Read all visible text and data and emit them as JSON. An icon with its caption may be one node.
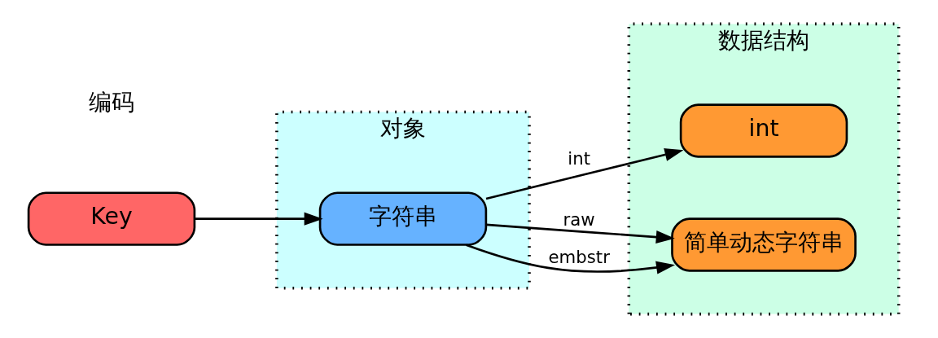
{
  "diagram": {
    "nodes": [
      {
        "text": [
          "Key"
        ]
      },
      {
        "text": [
          "对象"
        ]
      },
      {
        "text": [
          "字符串"
        ],
        "in": 1
      },
      {
        "text": [
          "数据结构"
        ]
      },
      {
        "text": [
          "int"
        ],
        "in": 3
      },
      {
        "text": [
          "简单动态字符串"
        ],
        "in": 3
      }
    ],
    "edges": [
      {
        "from": 0,
        "to": 2,
        "arrow": "to"
      },
      {
        "from": 2,
        "to": 4,
        "arrow": "to",
        "label": "int"
      },
      {
        "from": 2,
        "to": 5,
        "arrow": "to",
        "label": "raw"
      },
      {
        "from": 2,
        "to": 5,
        "arrow": "to",
        "label": "embstr"
      }
    ],
    "labels": [
      "编码"
    ]
  }
}
